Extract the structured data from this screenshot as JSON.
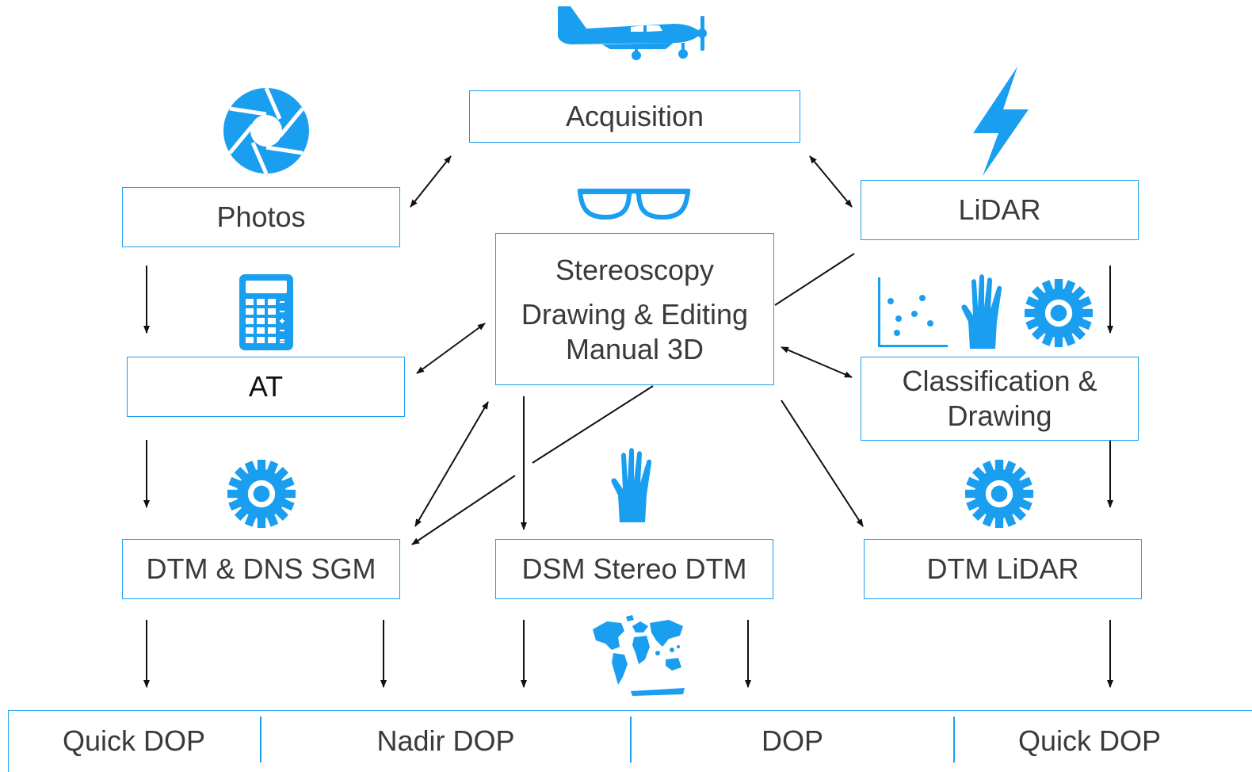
{
  "nodes": {
    "acquisition": "Acquisition",
    "photos": "Photos",
    "lidar": "LiDAR",
    "stereo_line1": "Stereoscopy",
    "stereo_line2": "Drawing & Editing",
    "stereo_line3": "Manual 3D",
    "at": "AT",
    "classification_line1": "Classification &",
    "classification_line2": "Drawing",
    "dtm_dns_sgm": "DTM & DNS SGM",
    "dsm_stereo_dtm": "DSM Stereo DTM",
    "dtm_lidar": "DTM LiDAR"
  },
  "outputs": [
    "Quick DOP",
    "Nadir DOP",
    "DOP",
    "Quick DOP"
  ],
  "icons": [
    "airplane-icon",
    "camera-aperture-icon",
    "lightning-icon",
    "glasses-icon",
    "calculator-icon",
    "scatter-plot-icon",
    "hand-icon",
    "gear-icon",
    "world-map-icon"
  ],
  "colors": {
    "accent": "#1a9ef0",
    "text": "#3a3a3a",
    "arrow": "#111111"
  }
}
